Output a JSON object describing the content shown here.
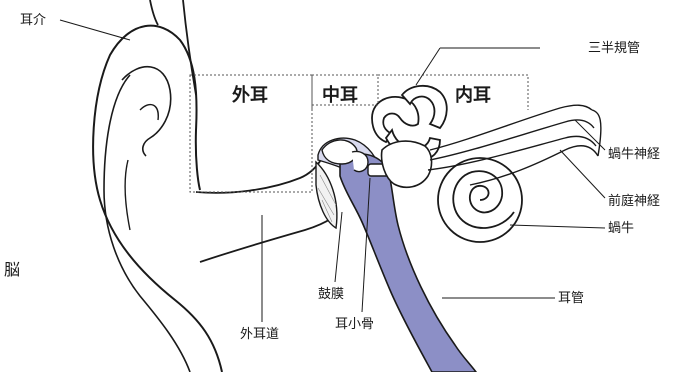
{
  "diagram": {
    "regions": {
      "outer": "外耳",
      "middle": "中耳",
      "inner": "内耳"
    },
    "labels": {
      "pinna": "耳介",
      "semicircular_canals": "三半規管",
      "cochlear_nerve": "蝸牛神経",
      "vestibular_nerve": "前庭神経",
      "cochlea": "蝸牛",
      "eustachian_tube": "耳管",
      "ear_canal": "外耳道",
      "eardrum": "鼓膜",
      "ossicles": "耳小骨",
      "brain": "脳"
    },
    "colors": {
      "line": "#1a1a1a",
      "tube_fill": "#8c8fc6",
      "background": "#ffffff"
    }
  }
}
